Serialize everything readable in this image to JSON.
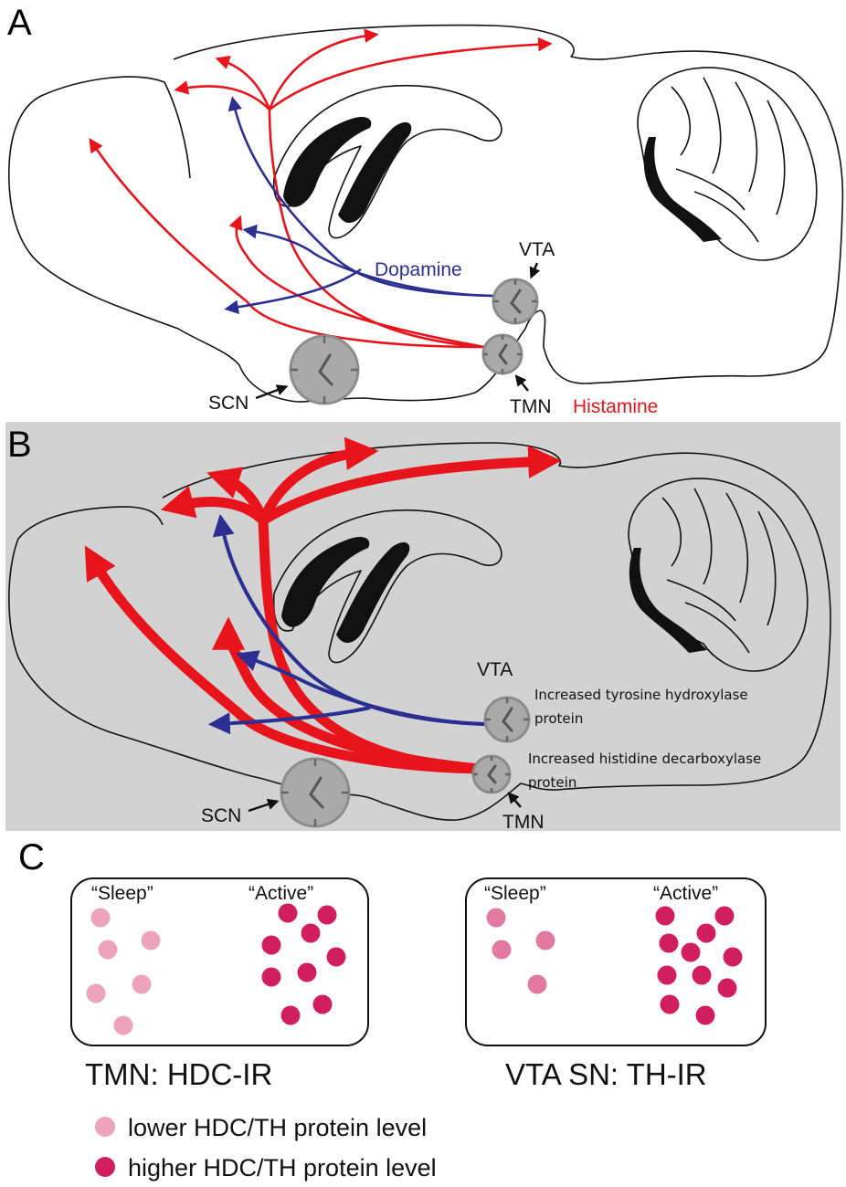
{
  "panels": {
    "a": {
      "letter": "A"
    },
    "b": {
      "letter": "B"
    },
    "c": {
      "letter": "C"
    }
  },
  "labels": {
    "dopamine": "Dopamine",
    "histamine": "Histamine",
    "vta": "VTA",
    "tmn": "TMN",
    "scn": "SCN"
  },
  "notes": {
    "th_line1": "Increased tyrosine hydroxylase",
    "th_line2": "protein",
    "hdc_line1": "Increased histidine decarboxylase",
    "hdc_line2": "protein"
  },
  "boxes": {
    "left": {
      "sleep": "“Sleep”",
      "active": "“Active”",
      "caption": "TMN: HDC-IR"
    },
    "right": {
      "sleep": "“Sleep”",
      "active": "“Active”",
      "caption": "VTA SN: TH-IR"
    }
  },
  "legend": {
    "lower": "lower HDC/TH protein level",
    "higher": "higher HDC/TH protein level"
  },
  "colors": {
    "histamine": "#e8141b",
    "dopamine": "#2b2f91",
    "panel_b_bg": "#d2d2d2",
    "dot_lower": "#eea3bd",
    "dot_higher": "#d11e5f",
    "dot_left_sleep": "#eea3bd",
    "dot_right_sleep": "#e27aa0"
  },
  "icons": {
    "clock": "clock-icon",
    "pointer": "arrow-pointer-icon"
  }
}
